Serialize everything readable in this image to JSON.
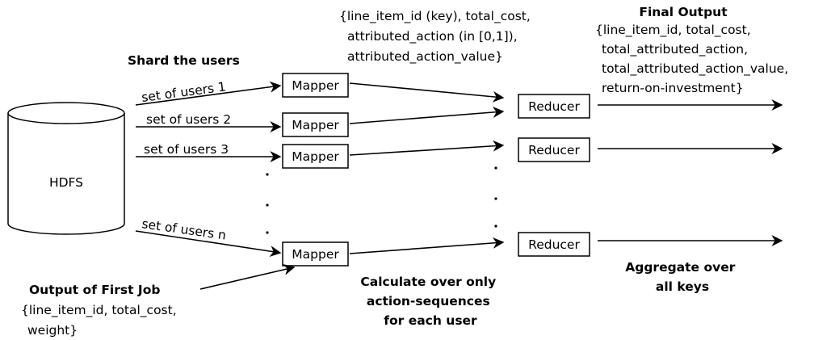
{
  "hdfs": {
    "label": "HDFS"
  },
  "shard": {
    "title": "Shard the users"
  },
  "user_sets": [
    "set of users 1",
    "set of users 2",
    "set of users 3",
    "set of users n"
  ],
  "mapper": {
    "label": "Mapper"
  },
  "reducer": {
    "label": "Reducer"
  },
  "mapper_output": {
    "lines": [
      "{line_item_id (key), total_cost,",
      "attributed_action (in [0,1]),",
      "attributed_action_value}"
    ]
  },
  "final_output": {
    "title": "Final Output",
    "lines": [
      "{line_item_id, total_cost,",
      "total_attributed_action,",
      "total_attributed_action_value,",
      "return-on-investment}"
    ]
  },
  "first_job": {
    "title": "Output of First Job",
    "lines": [
      "{line_item_id, total_cost,",
      "weight}"
    ]
  },
  "calculate_note": {
    "lines": [
      "Calculate over only",
      "action-sequences",
      "for each user"
    ]
  },
  "aggregate_note": {
    "lines": [
      "Aggregate over",
      "all keys"
    ]
  }
}
